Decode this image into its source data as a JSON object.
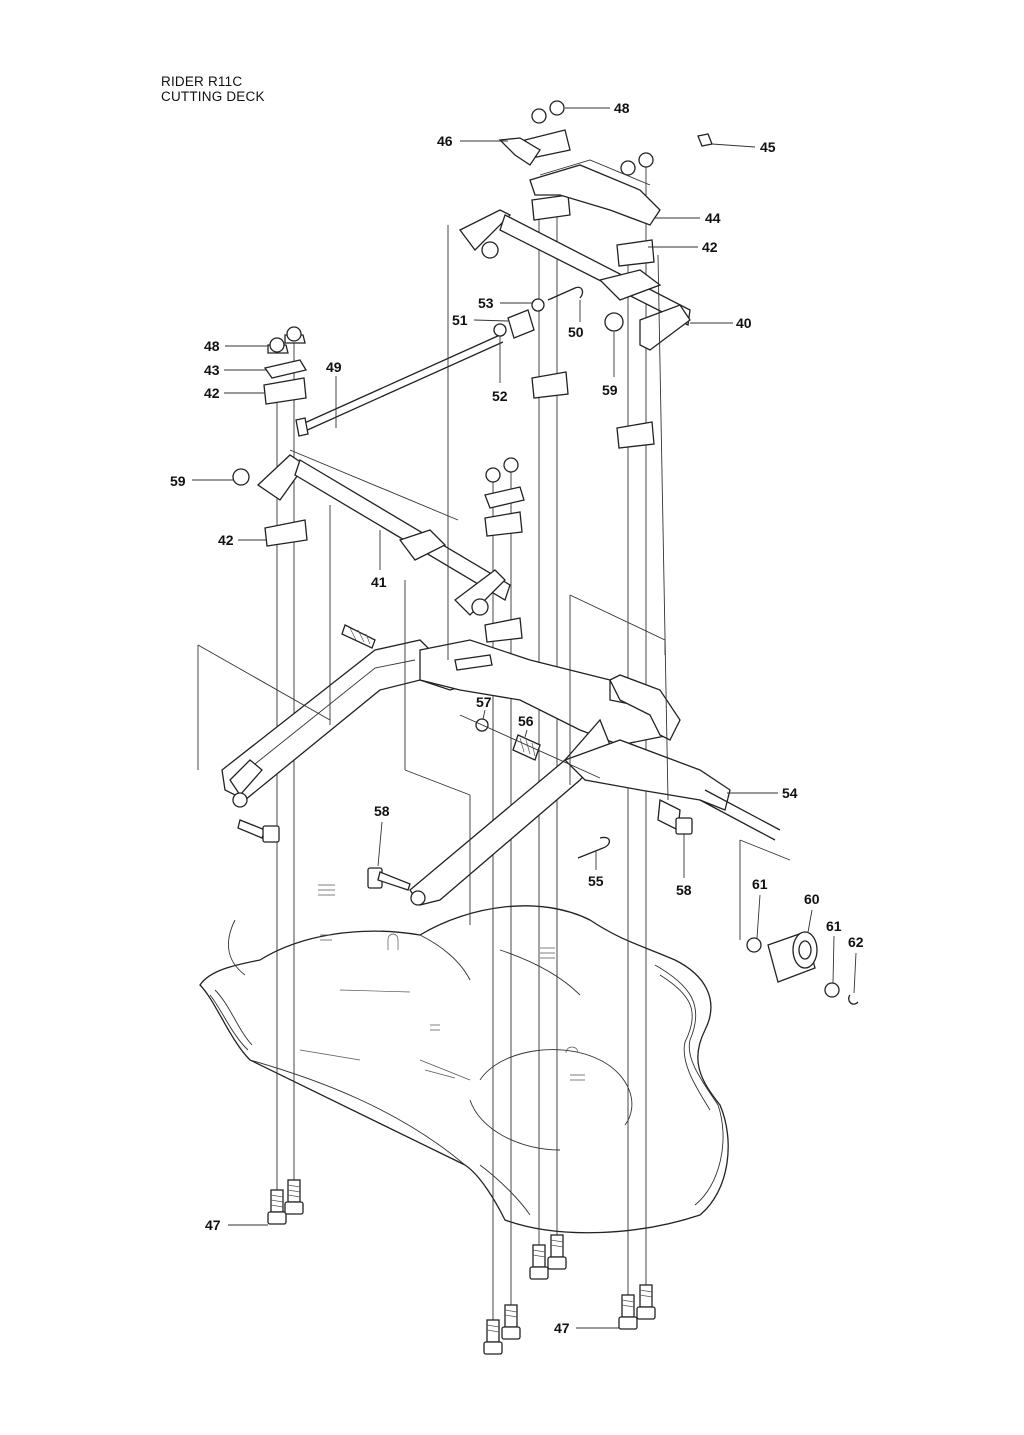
{
  "title": {
    "model": "RIDER R11C",
    "section": "CUTTING DECK"
  },
  "callouts": [
    {
      "id": "c48a",
      "label": "48"
    },
    {
      "id": "c46",
      "label": "46"
    },
    {
      "id": "c45",
      "label": "45"
    },
    {
      "id": "c44",
      "label": "44"
    },
    {
      "id": "c42a",
      "label": "42"
    },
    {
      "id": "c53",
      "label": "53"
    },
    {
      "id": "c51",
      "label": "51"
    },
    {
      "id": "c50",
      "label": "50"
    },
    {
      "id": "c40",
      "label": "40"
    },
    {
      "id": "c48b",
      "label": "48"
    },
    {
      "id": "c43",
      "label": "43"
    },
    {
      "id": "c42b",
      "label": "42"
    },
    {
      "id": "c49",
      "label": "49"
    },
    {
      "id": "c52",
      "label": "52"
    },
    {
      "id": "c59a",
      "label": "59"
    },
    {
      "id": "c59b",
      "label": "59"
    },
    {
      "id": "c42c",
      "label": "42"
    },
    {
      "id": "c41",
      "label": "41"
    },
    {
      "id": "c57",
      "label": "57"
    },
    {
      "id": "c56",
      "label": "56"
    },
    {
      "id": "c54",
      "label": "54"
    },
    {
      "id": "c58a",
      "label": "58"
    },
    {
      "id": "c55",
      "label": "55"
    },
    {
      "id": "c58b",
      "label": "58"
    },
    {
      "id": "c61a",
      "label": "61"
    },
    {
      "id": "c60",
      "label": "60"
    },
    {
      "id": "c61b",
      "label": "61"
    },
    {
      "id": "c62",
      "label": "62"
    },
    {
      "id": "c47a",
      "label": "47"
    },
    {
      "id": "c47b",
      "label": "47"
    }
  ]
}
